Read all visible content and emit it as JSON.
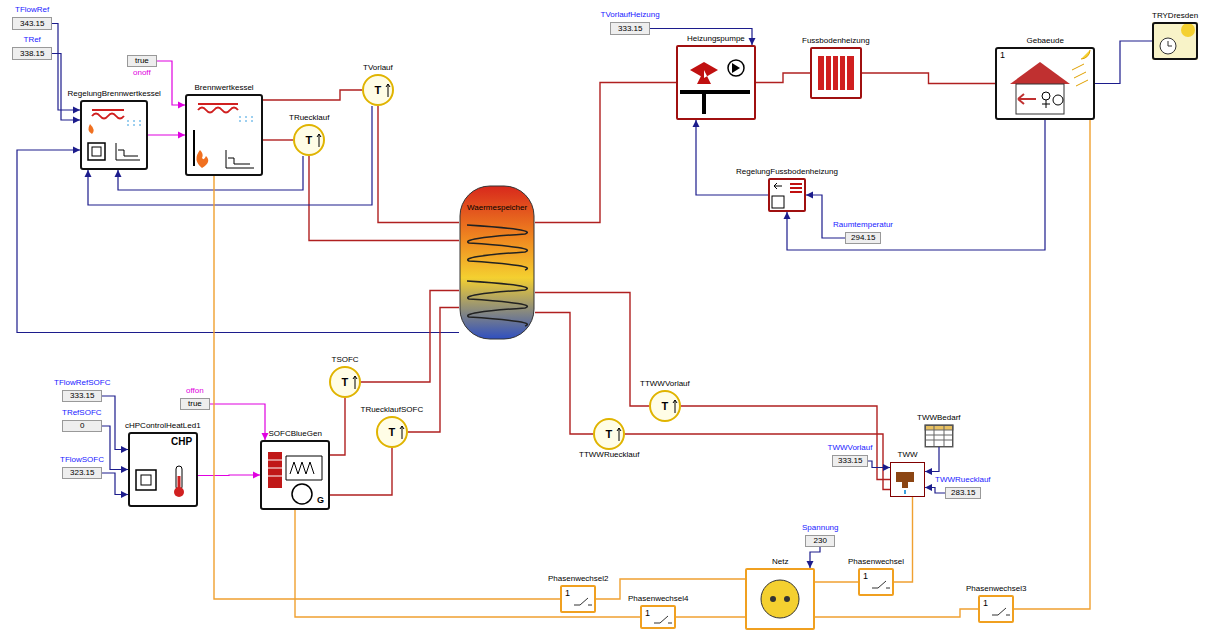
{
  "diagram": {
    "nodes": [
      {
        "text": [
          "TFlowRef",
          "343.15"
        ]
      },
      {
        "text": [
          "TRef",
          "338.15"
        ]
      },
      {
        "text": [
          "true",
          "onoff"
        ]
      },
      {
        "text": [
          "RegelungBrennwertkessel"
        ]
      },
      {
        "text": [
          "Brennwertkessel"
        ]
      },
      {
        "text": [
          "TVorlauf",
          "T"
        ]
      },
      {
        "text": [
          "TRuecklauf",
          "T"
        ]
      },
      {
        "text": [
          "TVorlaufHeizung",
          "333.15"
        ]
      },
      {
        "text": [
          "Heizungspumpe"
        ]
      },
      {
        "text": [
          "Fussbodenheizung"
        ]
      },
      {
        "text": [
          "Gebaeude",
          "1"
        ]
      },
      {
        "text": [
          "TRYDresden"
        ]
      },
      {
        "text": [
          "RegelungFussbodenheizung"
        ]
      },
      {
        "text": [
          "Raumtemperatur",
          "294.15"
        ]
      },
      {
        "text": [
          "Waermespeicher"
        ]
      },
      {
        "text": [
          "TSOFC",
          "T"
        ]
      },
      {
        "text": [
          "TRuecklaufSOFC",
          "T"
        ]
      },
      {
        "text": [
          "TFlowRefSOFC",
          "333.15"
        ]
      },
      {
        "text": [
          "TRefSOFC",
          "0"
        ]
      },
      {
        "text": [
          "offon",
          "true"
        ]
      },
      {
        "text": [
          "TFlowSOFC",
          "323.15"
        ]
      },
      {
        "text": [
          "cHPControlHeatLed1",
          "CHP"
        ]
      },
      {
        "text": [
          "SOFCBlueGen",
          "G"
        ]
      },
      {
        "text": [
          "TTWWVorlauf",
          "T"
        ]
      },
      {
        "text": [
          "TTWWRuecklauf",
          "T"
        ]
      },
      {
        "text": [
          "TWWVorlauf",
          "333.15"
        ]
      },
      {
        "text": [
          "TWWBedarf"
        ]
      },
      {
        "text": [
          "TWW"
        ]
      },
      {
        "text": [
          "TWWRuecklauf",
          "283.15"
        ]
      },
      {
        "text": [
          "Spannung",
          "230"
        ]
      },
      {
        "text": [
          "Netz"
        ]
      },
      {
        "text": [
          "Phasenwechsel",
          "1"
        ]
      },
      {
        "text": [
          "Phasenwechsel2",
          "1"
        ]
      },
      {
        "text": [
          "Phasenwechsel4",
          "1"
        ]
      },
      {
        "text": [
          "Phasenwechsel3",
          "1"
        ]
      }
    ],
    "edges": [
      {
        "from": 0,
        "to": 3,
        "arrow": "to"
      },
      {
        "from": 1,
        "to": 3,
        "arrow": "to"
      },
      {
        "from": 2,
        "to": 4,
        "arrow": "to"
      },
      {
        "from": 3,
        "to": 4,
        "arrow": "to"
      },
      {
        "from": 4,
        "to": 5,
        "arrow": "none"
      },
      {
        "from": 4,
        "to": 6,
        "arrow": "none"
      },
      {
        "from": 5,
        "to": 14,
        "arrow": "none"
      },
      {
        "from": 6,
        "to": 14,
        "arrow": "none"
      },
      {
        "from": 5,
        "to": 3,
        "arrow": "to"
      },
      {
        "from": 6,
        "to": 3,
        "arrow": "to"
      },
      {
        "from": 14,
        "to": 3,
        "arrow": "to"
      },
      {
        "from": 14,
        "to": 8,
        "arrow": "none"
      },
      {
        "from": 7,
        "to": 8,
        "arrow": "to"
      },
      {
        "from": 8,
        "to": 9,
        "arrow": "none"
      },
      {
        "from": 9,
        "to": 10,
        "arrow": "none"
      },
      {
        "from": 11,
        "to": 10,
        "arrow": "none"
      },
      {
        "from": 10,
        "to": 12,
        "arrow": "to"
      },
      {
        "from": 13,
        "to": 12,
        "arrow": "to"
      },
      {
        "from": 12,
        "to": 8,
        "arrow": "to"
      },
      {
        "from": 14,
        "to": 15,
        "arrow": "none"
      },
      {
        "from": 14,
        "to": 16,
        "arrow": "none"
      },
      {
        "from": 15,
        "to": 22,
        "arrow": "none"
      },
      {
        "from": 16,
        "to": 22,
        "arrow": "none"
      },
      {
        "from": 17,
        "to": 21,
        "arrow": "to"
      },
      {
        "from": 18,
        "to": 21,
        "arrow": "to"
      },
      {
        "from": 20,
        "to": 21,
        "arrow": "to"
      },
      {
        "from": 19,
        "to": 22,
        "arrow": "to"
      },
      {
        "from": 21,
        "to": 22,
        "arrow": "to"
      },
      {
        "from": 14,
        "to": 24,
        "arrow": "none"
      },
      {
        "from": 14,
        "to": 23,
        "arrow": "none"
      },
      {
        "from": 23,
        "to": 27,
        "arrow": "none"
      },
      {
        "from": 24,
        "to": 27,
        "arrow": "none"
      },
      {
        "from": 25,
        "to": 27,
        "arrow": "to"
      },
      {
        "from": 26,
        "to": 27,
        "arrow": "to"
      },
      {
        "from": 28,
        "to": 27,
        "arrow": "to"
      },
      {
        "from": 29,
        "to": 30,
        "arrow": "to"
      },
      {
        "from": 30,
        "to": 31,
        "arrow": "none"
      },
      {
        "from": 30,
        "to": 32,
        "arrow": "none"
      },
      {
        "from": 30,
        "to": 33,
        "arrow": "none"
      },
      {
        "from": 30,
        "to": 34,
        "arrow": "none"
      },
      {
        "from": 31,
        "to": 27,
        "arrow": "none"
      },
      {
        "from": 34,
        "to": 10,
        "arrow": "none"
      },
      {
        "from": 32,
        "to": 4,
        "arrow": "none"
      },
      {
        "from": 33,
        "to": 22,
        "arrow": "none"
      }
    ]
  }
}
